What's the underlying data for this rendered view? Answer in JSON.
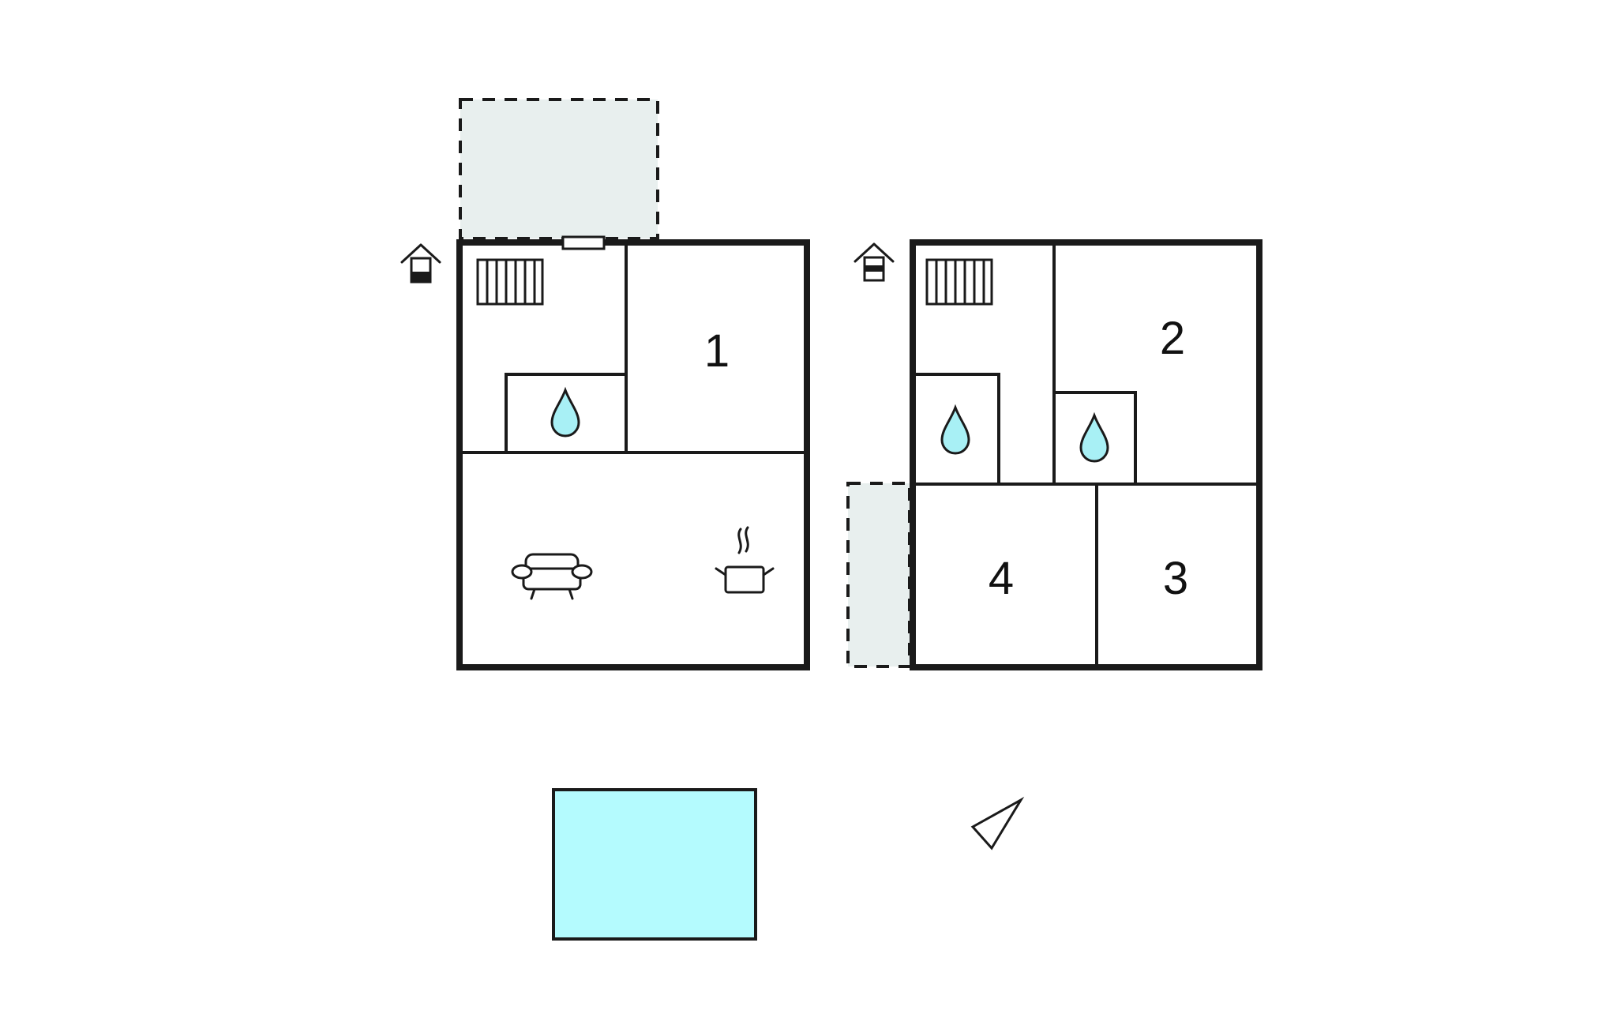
{
  "colors": {
    "wall": "#1a1a1a",
    "terrace": "#e8efee",
    "pool": "#b4fbfe",
    "water_drop": "#a8f0f5",
    "background": "#ffffff"
  },
  "floor_plans": [
    {
      "level_icon": "house-ground-floor-icon",
      "rooms": [
        {
          "label": "1",
          "type": "bedroom"
        },
        {
          "type": "bathroom",
          "icon": "water-drop-icon"
        },
        {
          "type": "living-kitchen",
          "icons": [
            "sofa-icon",
            "cooking-pot-icon"
          ]
        },
        {
          "type": "hall",
          "icon": "radiator-icon"
        }
      ],
      "terrace": true
    },
    {
      "level_icon": "house-upper-floor-icon",
      "rooms": [
        {
          "label": "2",
          "type": "bedroom"
        },
        {
          "label": "3",
          "type": "bedroom"
        },
        {
          "label": "4",
          "type": "bedroom"
        },
        {
          "type": "bathroom",
          "icon": "water-drop-icon"
        },
        {
          "type": "bathroom",
          "icon": "water-drop-icon"
        },
        {
          "type": "hall",
          "icon": "radiator-icon"
        }
      ],
      "balcony": true
    }
  ],
  "pool": {
    "icon": "pool-shape"
  },
  "compass": {
    "icon": "north-arrow-icon"
  }
}
